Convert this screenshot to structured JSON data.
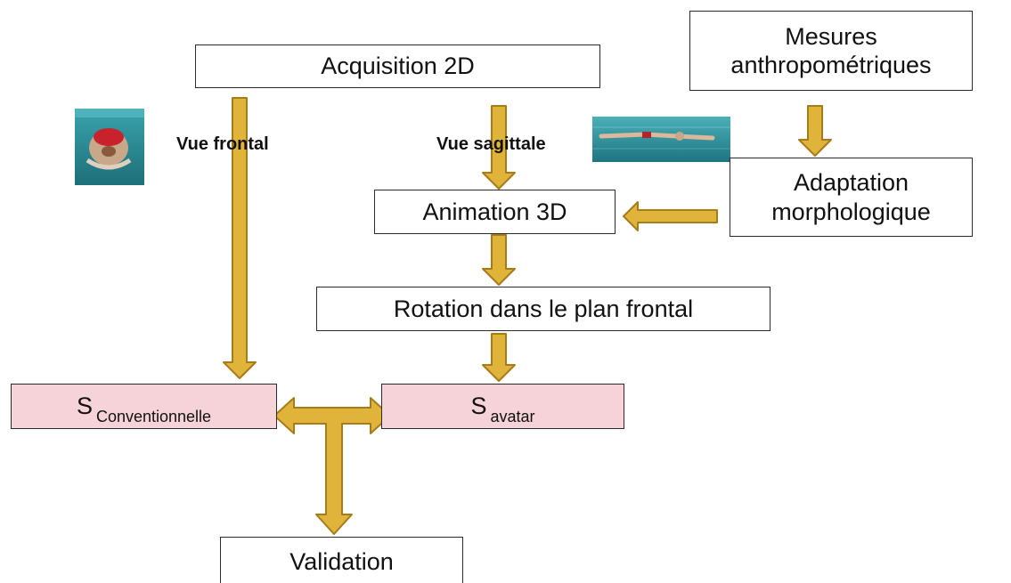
{
  "colors": {
    "arrow_fill": "#e0b43a",
    "arrow_stroke": "#a67c1a",
    "pink_box": "#f6d3d9",
    "pool_water": "#2f8f9a"
  },
  "nodes": {
    "acquisition": "Acquisition 2D",
    "mesures_line1": "Mesures",
    "mesures_line2": "anthropométriques",
    "adaptation_line1": "Adaptation",
    "adaptation_line2": "morphologique",
    "animation": "Animation 3D",
    "rotation": "Rotation dans le plan frontal",
    "s_conv_main": "S",
    "s_conv_sub": "Conventionnelle",
    "s_avatar_main": "S",
    "s_avatar_sub": "avatar",
    "validation": "Validation"
  },
  "labels": {
    "vue_frontal": "Vue frontal",
    "vue_sagittale": "Vue sagittale"
  },
  "images": {
    "frontal_photo": "swimmer-frontal-photo",
    "sagittal_photo": "swimmer-sagittal-photo"
  }
}
